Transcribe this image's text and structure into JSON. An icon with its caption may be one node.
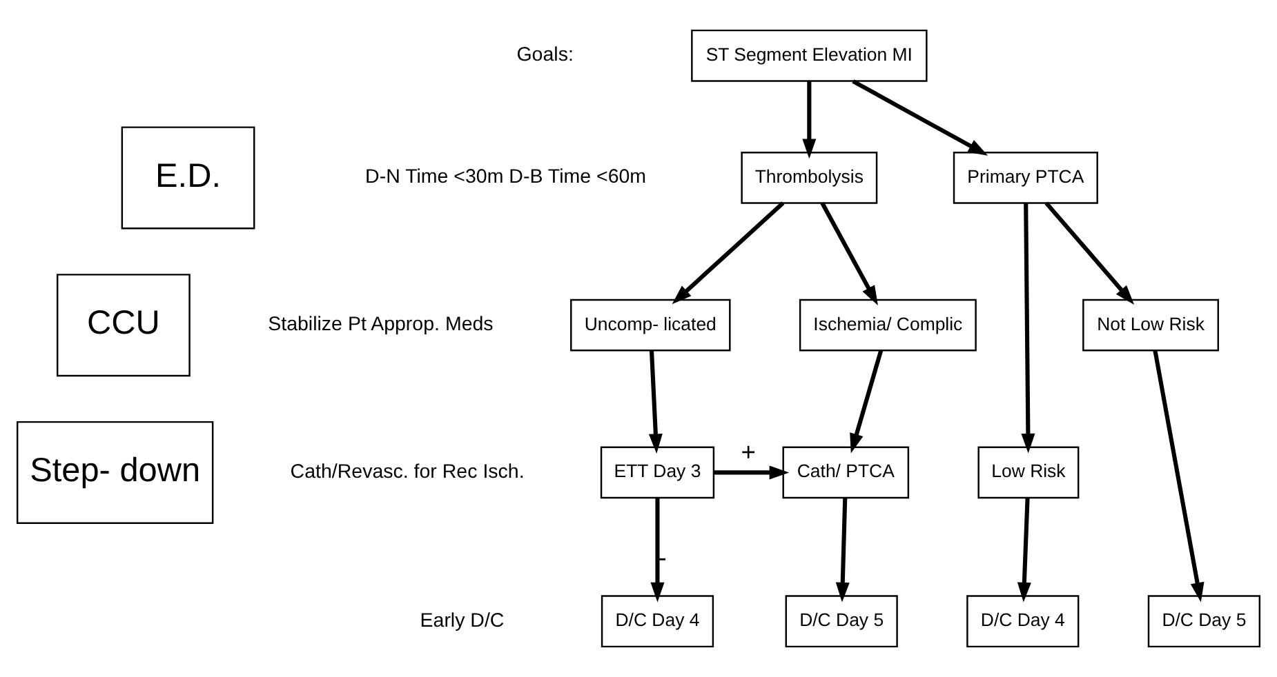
{
  "diagram": {
    "nodes": [
      {
        "text": [
          "ST Segment Elevation MI"
        ]
      },
      {
        "text": [
          "Thrombolysis"
        ]
      },
      {
        "text": [
          "Primary PTCA"
        ]
      },
      {
        "text": [
          "Uncomp- licated"
        ]
      },
      {
        "text": [
          "Ischemia/ Complic"
        ]
      },
      {
        "text": [
          "Not Low Risk"
        ]
      },
      {
        "text": [
          "ETT Day 3"
        ]
      },
      {
        "text": [
          "Cath/ PTCA"
        ]
      },
      {
        "text": [
          "Low Risk"
        ]
      },
      {
        "text": [
          "D/C Day 4"
        ]
      },
      {
        "text": [
          "D/C Day 5"
        ]
      },
      {
        "text": [
          "D/C Day 4"
        ]
      },
      {
        "text": [
          "D/C Day 5"
        ]
      },
      {
        "text": [
          "E.D."
        ]
      },
      {
        "text": [
          "CCU"
        ]
      },
      {
        "text": [
          "Step- down"
        ]
      }
    ],
    "edges": [
      {
        "from": 0,
        "to": 1,
        "arrow": "to"
      },
      {
        "from": 0,
        "to": 2,
        "arrow": "to"
      },
      {
        "from": 1,
        "to": 3,
        "arrow": "to"
      },
      {
        "from": 1,
        "to": 4,
        "arrow": "to"
      },
      {
        "from": 2,
        "to": 8,
        "arrow": "to"
      },
      {
        "from": 2,
        "to": 5,
        "arrow": "to"
      },
      {
        "from": 3,
        "to": 6,
        "arrow": "to"
      },
      {
        "from": 4,
        "to": 7,
        "arrow": "to"
      },
      {
        "from": 6,
        "to": 7,
        "arrow": "to",
        "label": "+"
      },
      {
        "from": 6,
        "to": 9,
        "arrow": "to",
        "label": "-"
      },
      {
        "from": 7,
        "to": 10,
        "arrow": "to"
      },
      {
        "from": 8,
        "to": 11,
        "arrow": "to"
      },
      {
        "from": 5,
        "to": 12,
        "arrow": "to"
      }
    ],
    "labels": [
      "Goals:",
      "D-N Time <30m D-B Time <60m",
      "Stabilize Pt Approp. Meds",
      "Cath/Revasc. for Rec Isch.",
      "Early D/C"
    ]
  }
}
